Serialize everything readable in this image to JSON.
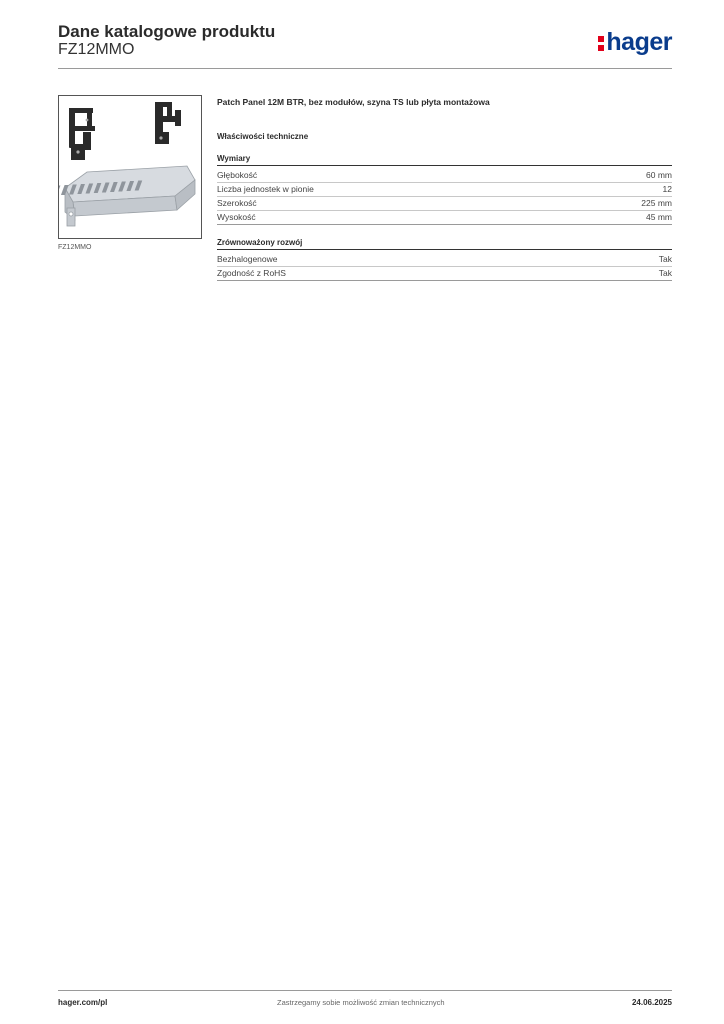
{
  "header": {
    "title": "Dane katalogowe produktu",
    "product_code": "FZ12MMO",
    "logo_text": "hager",
    "logo_color": "#0a3c8c",
    "logo_accent": "#e1001a"
  },
  "image": {
    "caption": "FZ12MMO"
  },
  "product": {
    "description": "Patch Panel 12M BTR, bez modułów, szyna TS lub płyta montażowa",
    "properties_title": "Właściwości techniczne",
    "groups": [
      {
        "title": "Wymiary",
        "rows": [
          {
            "label": "Głębokość",
            "value": "60 mm"
          },
          {
            "label": "Liczba jednostek w pionie",
            "value": "12"
          },
          {
            "label": "Szerokość",
            "value": "225 mm"
          },
          {
            "label": "Wysokość",
            "value": "45 mm"
          }
        ]
      },
      {
        "title": "Zrównoważony rozwój",
        "rows": [
          {
            "label": "Bezhalogenowe",
            "value": "Tak"
          },
          {
            "label": "Zgodność z RoHS",
            "value": "Tak"
          }
        ]
      }
    ]
  },
  "footer": {
    "website": "hager.com/pl",
    "disclaimer": "Zastrzegamy sobie możliwość zmian technicznych",
    "date": "24.06.2025"
  }
}
